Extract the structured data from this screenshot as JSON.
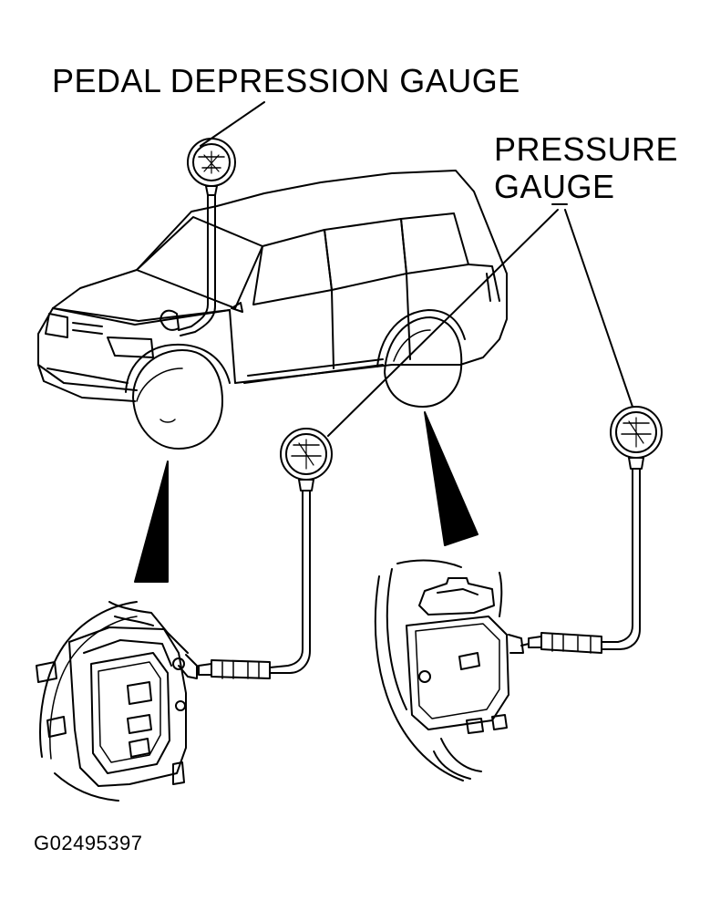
{
  "labels": {
    "pedal_gauge": "PEDAL DEPRESSION GAUGE",
    "pressure_gauge_line1": "PRESSURE",
    "pressure_gauge_line2": "GAUGE",
    "figure_code": "G02495397"
  },
  "colors": {
    "ink": "#000000",
    "paper": "#ffffff"
  },
  "icons": [
    "gauge-icon",
    "brake-caliper-icon",
    "suv-vehicle-icon",
    "pointer-arrow-icon"
  ]
}
